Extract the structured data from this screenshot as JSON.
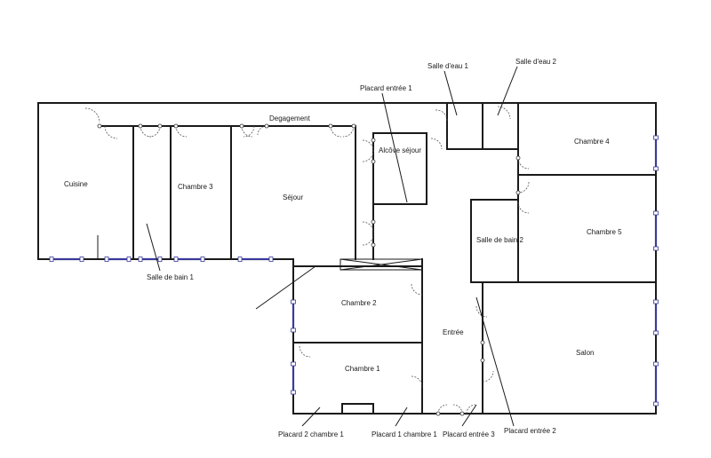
{
  "rooms": {
    "cuisine": "Cuisine",
    "chambre3": "Chambre 3",
    "sejour": "Séjour",
    "degagement": "Degagement",
    "alcove_sejour": "Alcôve séjour",
    "chambre4": "Chambre 4",
    "chambre5": "Chambre 5",
    "salle_de_bain2": "Salle de bain 2",
    "salon": "Salon",
    "entree": "Entrée",
    "chambre2": "Chambre 2",
    "chambre1": "Chambre 1"
  },
  "annotations": {
    "salle_deau1": "Salle d'eau 1",
    "salle_deau2": "Salle d'eau 2",
    "placard_entree1": "Placard entrée 1",
    "salle_de_bain1": "Salle de bain 1",
    "placard2_chambre1": "Placard 2 chambre 1",
    "placard1_chambre1": "Placard 1 chambre 1",
    "placard_entree3": "Placard entrée 3",
    "placard_entree2": "Placard entrée 2"
  }
}
